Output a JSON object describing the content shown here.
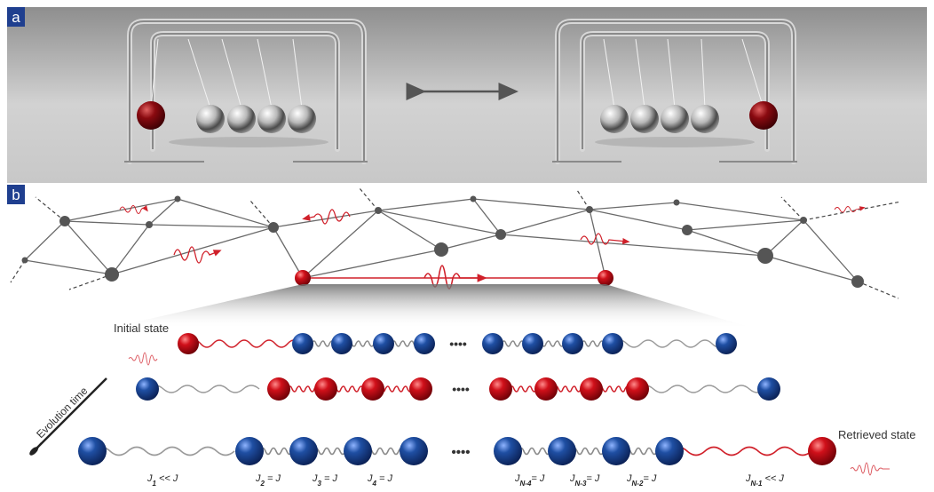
{
  "panels": {
    "a": {
      "label": "a"
    },
    "b": {
      "label": "b"
    }
  },
  "chain": {
    "initial_state": "Initial state",
    "retrieved_state": "Retrieved state",
    "evolution_time": "Evolution time",
    "ellipsis": "••••",
    "couplings": [
      {
        "sym": "J",
        "sub": "1",
        "rel": " << J"
      },
      {
        "sym": "J",
        "sub": "2",
        "rel": " = J"
      },
      {
        "sym": "J",
        "sub": "3",
        "rel": " = J"
      },
      {
        "sym": "J",
        "sub": "4",
        "rel": " = J"
      },
      {
        "sym": "J",
        "sub": "N-4",
        "rel": "= J"
      },
      {
        "sym": "J",
        "sub": "N-3",
        "rel": "= J"
      },
      {
        "sym": "J",
        "sub": "N-2",
        "rel": "= J"
      },
      {
        "sym": "J",
        "sub": "N-1",
        "rel": " << J"
      }
    ]
  },
  "colors": {
    "panel_label_bg": "#1f3f8f",
    "red_ball": "#d0101a",
    "blue_ball": "#1f4fa3",
    "network_node": "#555555",
    "wave": "#d0202a"
  }
}
